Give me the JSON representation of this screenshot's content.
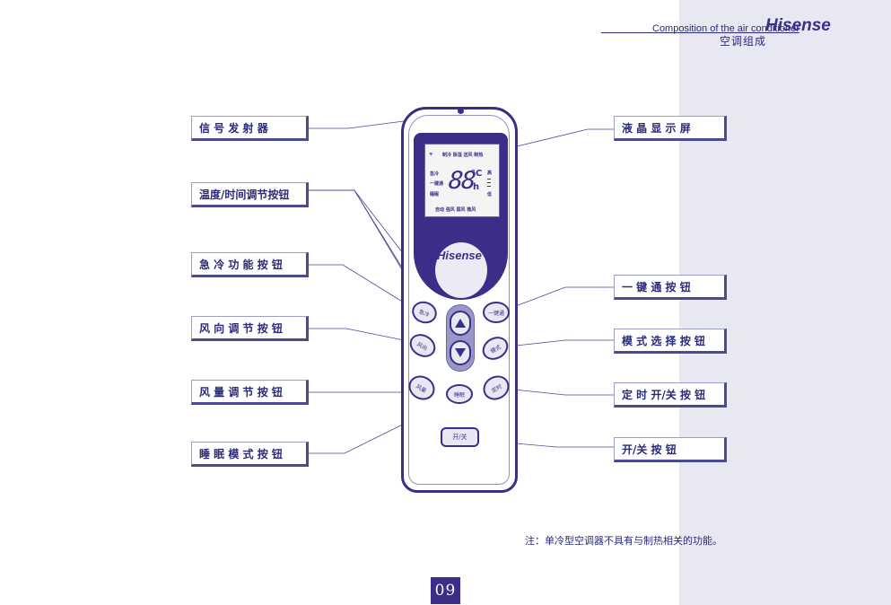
{
  "header": {
    "english_title": "Composition of the air conditioner",
    "chinese_title": "空调组成",
    "brand": "Hisense"
  },
  "left_labels": [
    "信 号 发 射 器",
    "温度/时间调节按钮",
    "急 冷 功 能 按 钮",
    "风 向 调 节 按 钮",
    "风 量 调 节 按 钮",
    "睡 眠 模 式 按 钮"
  ],
  "right_labels": [
    "液 晶 显 示 屏",
    "一 键 通 按 钮",
    "模 式 选 择 按 钮",
    "定 时 开/关 按 钮",
    "开/关  按 钮"
  ],
  "remote": {
    "lcd": {
      "top_row": "制冷 除湿 送风 制热",
      "left_col": [
        "急冷",
        "一键通",
        "睡眠"
      ],
      "right_col": [
        "高",
        "低"
      ],
      "digits": "88",
      "unit_c": "°C",
      "unit_h": "h",
      "bottom_row": "自动 强风 弱风 微风"
    },
    "logo": "Hisense",
    "buttons": {
      "quick_cool": "急冷",
      "one_touch": "一键通",
      "swing": "风向",
      "mode": "模式",
      "fan": "风量",
      "sleep": "睡眠",
      "timer": "定时",
      "power": "开/关"
    }
  },
  "note": "注：单冷型空调器不具有与制热相关的功能。",
  "page_number": "09"
}
